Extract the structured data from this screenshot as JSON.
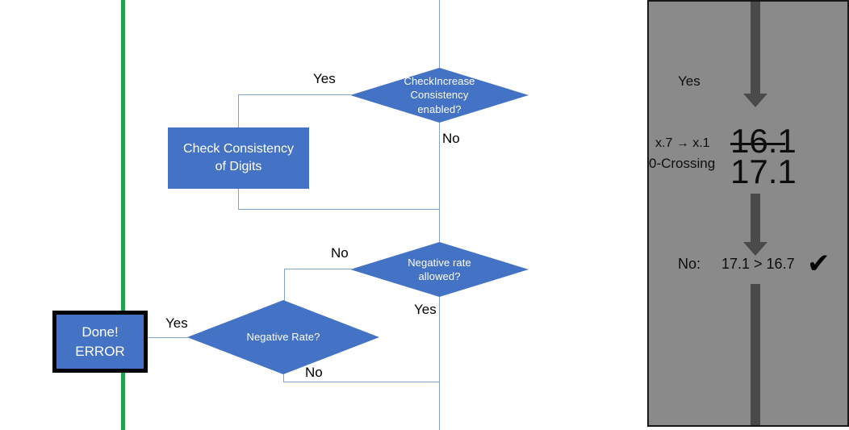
{
  "flowchart": {
    "nodes": {
      "check_increase": {
        "line1": "CheckIncrease",
        "line2": "Consistency",
        "line3": "enabled?"
      },
      "check_consistency": {
        "line1": "Check Consistency",
        "line2": "of Digits"
      },
      "negative_allowed": {
        "line1": "Negative rate",
        "line2": "allowed?"
      },
      "negative_rate": {
        "line1": "Negative Rate?"
      },
      "done_error": {
        "line1": "Done!",
        "line2": "ERROR"
      }
    },
    "edge_labels": {
      "check_increase_yes": "Yes",
      "check_increase_no": "No",
      "negative_allowed_no": "No",
      "negative_allowed_yes": "Yes",
      "negative_rate_yes": "Yes",
      "negative_rate_no": "No"
    },
    "colors": {
      "node_fill": "#4472C4",
      "connector": "#7FA5CC",
      "highlight_line": "#21A050",
      "error_border": "#000000"
    }
  },
  "panel": {
    "label_yes": "Yes",
    "mapping_label": "x.7 → x.1",
    "crossing_label": "0-Crossing",
    "value_struck": "16.1",
    "value_current": "17.1",
    "comparison_prefix": "No:",
    "comparison": "17.1 > 16.7",
    "check_glyph": "✔",
    "colors": {
      "background": "#8A8A8A",
      "arrow": "#4A4A4A",
      "border": "#171717"
    }
  }
}
